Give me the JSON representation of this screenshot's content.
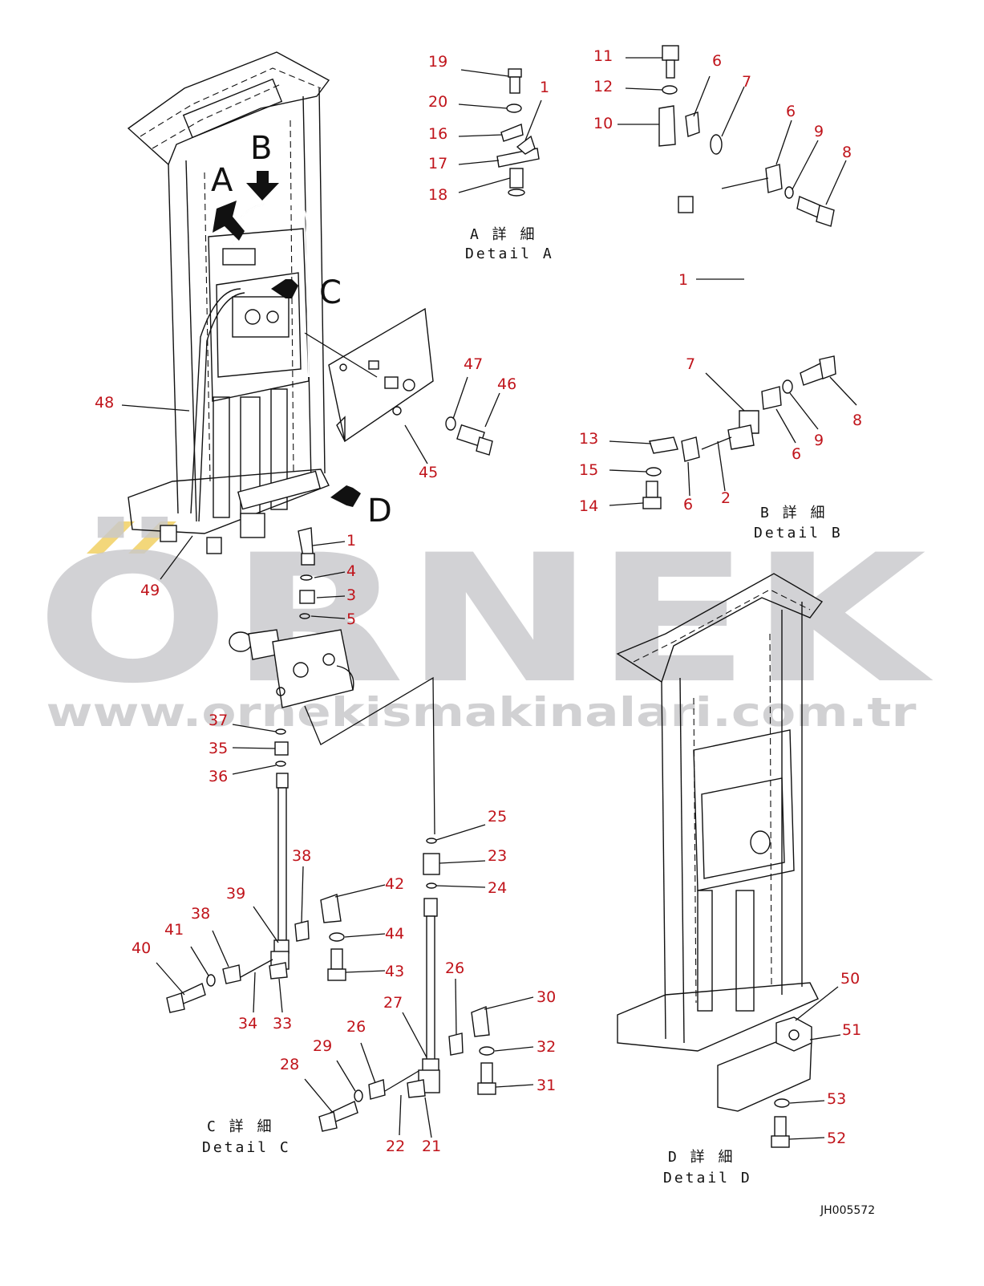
{
  "diagram": {
    "drawing_number": "JH005572",
    "watermark": {
      "brand": "ÖRNEK",
      "url": "www.ornekismakinalari.com.tr",
      "color": "#c9c9cc",
      "accent": "#f2d36b"
    },
    "label_color": "#c0141b",
    "view_markers": [
      "A",
      "B",
      "C",
      "D"
    ],
    "details": [
      {
        "id": "A",
        "jp": "A 詳 細",
        "en": "Detail A"
      },
      {
        "id": "B",
        "jp": "B 詳 細",
        "en": "Detail B"
      },
      {
        "id": "C",
        "jp": "C 詳 細",
        "en": "Detail C"
      },
      {
        "id": "D",
        "jp": "D 詳 細",
        "en": "Detail D"
      }
    ],
    "callouts_main": [
      "48",
      "49",
      "1",
      "4",
      "3",
      "5",
      "45",
      "46",
      "47"
    ],
    "callouts_detail_a": [
      "19",
      "20",
      "16",
      "17",
      "18",
      "1"
    ],
    "callouts_detail_b": [
      "11",
      "12",
      "10",
      "6",
      "7",
      "6",
      "9",
      "8",
      "1",
      "7",
      "8",
      "9",
      "6",
      "13",
      "15",
      "14",
      "6",
      "2"
    ],
    "callouts_detail_c": [
      "37",
      "35",
      "36",
      "25",
      "23",
      "24",
      "38",
      "42",
      "44",
      "43",
      "39",
      "38",
      "41",
      "40",
      "34",
      "33",
      "26",
      "30",
      "27",
      "32",
      "31",
      "26",
      "29",
      "28",
      "22",
      "21"
    ],
    "callouts_detail_d": [
      "50",
      "51",
      "53",
      "52"
    ]
  }
}
